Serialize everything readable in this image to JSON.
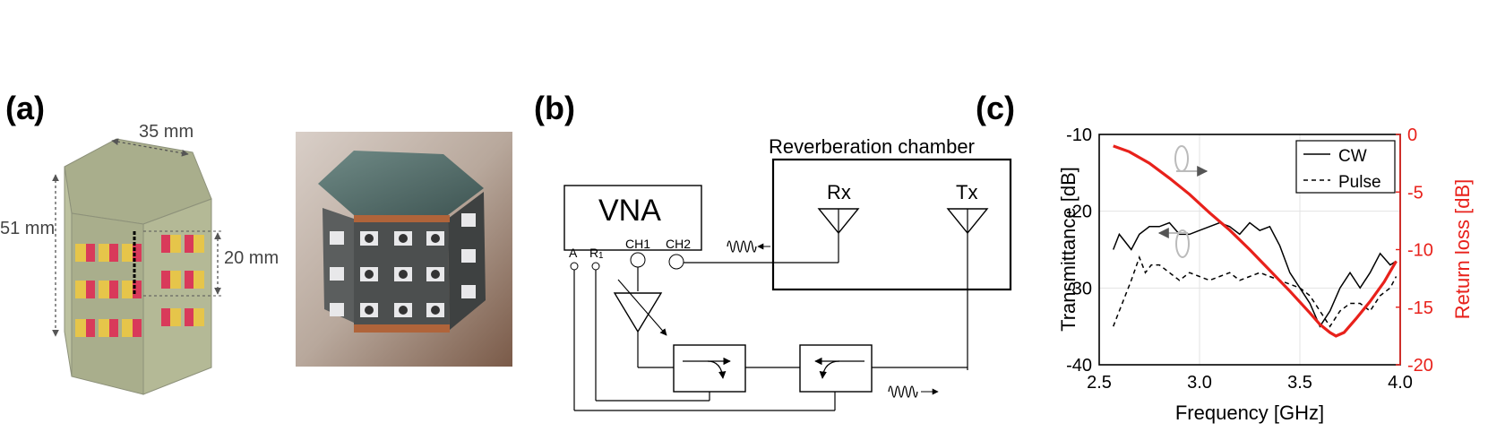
{
  "panels": {
    "a": {
      "label": "(a)",
      "dim_width": "35 mm",
      "dim_height": "51 mm",
      "dim_spacing": "20 mm"
    },
    "b": {
      "label": "(b)",
      "chamber_label": "Reverberation chamber",
      "vna_label": "VNA",
      "port_a": "A",
      "port_r": "R",
      "port_r_sub": "1",
      "port_ch1": "CH1",
      "port_ch2": "CH2",
      "rx_label": "Rx",
      "tx_label": "Tx"
    },
    "c": {
      "label": "(c)"
    }
  },
  "chart_data": {
    "type": "line",
    "xlabel": "Frequency [GHz]",
    "ylabel_left": "Transmittance [dB]",
    "ylabel_right": "Return loss [dB]",
    "xlim": [
      2.5,
      4.0
    ],
    "ylim_left": [
      -40,
      -10
    ],
    "ylim_right": [
      -20,
      0
    ],
    "xticks": [
      "2.5",
      "3.0",
      "3.5",
      "4.0"
    ],
    "yticks_left": [
      "-10",
      "-20",
      "-30",
      "-40"
    ],
    "yticks_right": [
      "0",
      "-5",
      "-10",
      "-15",
      "-20"
    ],
    "grid": true,
    "legend_position": "top-right",
    "series": [
      {
        "name": "CW",
        "axis": "left",
        "style": "solid",
        "color": "#000000",
        "x": [
          2.57,
          2.6,
          2.63,
          2.66,
          2.7,
          2.75,
          2.8,
          2.85,
          2.9,
          2.95,
          3.0,
          3.05,
          3.1,
          3.15,
          3.2,
          3.25,
          3.3,
          3.35,
          3.4,
          3.45,
          3.5,
          3.55,
          3.6,
          3.65,
          3.7,
          3.75,
          3.8,
          3.85,
          3.9,
          3.95,
          3.98
        ],
        "y": [
          -25,
          -23,
          -24,
          -25,
          -23,
          -22,
          -22,
          -21.5,
          -23,
          -23,
          -22.5,
          -22,
          -21.5,
          -22,
          -23,
          -21.5,
          -22.5,
          -22,
          -24.5,
          -28,
          -30,
          -32,
          -35,
          -33,
          -30,
          -28,
          -30,
          -28,
          -25.5,
          -27,
          -26.5
        ]
      },
      {
        "name": "Pulse",
        "axis": "left",
        "style": "dashed",
        "color": "#000000",
        "x": [
          2.57,
          2.6,
          2.63,
          2.66,
          2.7,
          2.73,
          2.76,
          2.8,
          2.85,
          2.9,
          2.95,
          3.0,
          3.05,
          3.1,
          3.15,
          3.2,
          3.25,
          3.3,
          3.35,
          3.4,
          3.45,
          3.5,
          3.55,
          3.6,
          3.65,
          3.7,
          3.75,
          3.8,
          3.85,
          3.9,
          3.95,
          3.98
        ],
        "y": [
          -35,
          -33,
          -31,
          -29,
          -26,
          -28,
          -27,
          -27,
          -28,
          -29,
          -28,
          -28.5,
          -29,
          -28.5,
          -28,
          -29,
          -28.5,
          -28,
          -28.5,
          -29,
          -29.5,
          -30,
          -31,
          -33,
          -35,
          -33,
          -32,
          -32,
          -33,
          -31,
          -30,
          -28.5
        ]
      },
      {
        "name": "Return loss",
        "axis": "right",
        "style": "solid",
        "color": "#e8211b",
        "x": [
          2.57,
          2.65,
          2.75,
          2.85,
          2.95,
          3.05,
          3.15,
          3.25,
          3.35,
          3.45,
          3.55,
          3.6,
          3.65,
          3.68,
          3.72,
          3.78,
          3.85,
          3.92,
          3.98
        ],
        "y": [
          -1,
          -1.5,
          -2.5,
          -3.8,
          -5.2,
          -6.8,
          -8.3,
          -10,
          -11.8,
          -13.6,
          -15.5,
          -16.5,
          -17.2,
          -17.5,
          -17.2,
          -16,
          -14.5,
          -12.8,
          -11
        ]
      }
    ]
  }
}
